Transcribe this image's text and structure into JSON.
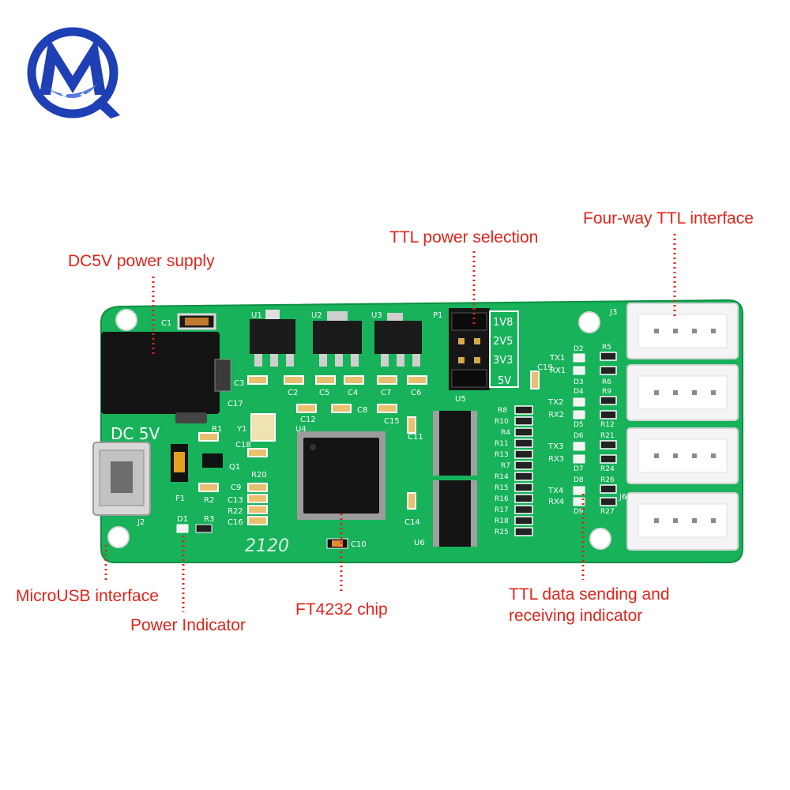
{
  "logo": {
    "letter": "M",
    "colors": {
      "blue": "#1f3fb5",
      "light": "#5a7be0"
    }
  },
  "board": {
    "colors": {
      "pcb": "#17b25a",
      "pcb_dark": "#0f8f44",
      "silk": "#ffffff"
    },
    "silk": {
      "dc5v": "DC 5V",
      "version": "2120",
      "power_options": [
        "1V8",
        "2V5",
        "3V3",
        "5V"
      ],
      "channel_labels": [
        "TX1",
        "RX1",
        "TX2",
        "RX2",
        "TX3",
        "RX3",
        "TX4",
        "RX4"
      ],
      "designators": {
        "u1": "U1",
        "u2": "U2",
        "u3": "U3",
        "u4": "U4",
        "u5": "U5",
        "u6": "U6",
        "p1": "P1",
        "j2": "J2",
        "j3": "J3",
        "j6": "J6",
        "y1": "Y1",
        "f1": "F1",
        "d1": "D1",
        "r1": "R1",
        "r2": "R2",
        "r3": "R3",
        "c1": "C1",
        "c3": "C3",
        "c10": "C10",
        "c12": "C12",
        "c14": "C14",
        "c18": "C18",
        "c19": "C19",
        "r20": "R20",
        "c13": "C13",
        "r22": "R22",
        "c16": "C16",
        "c5": "C5",
        "c4": "C4",
        "c2": "C2",
        "c7": "C7",
        "c6": "C6",
        "c8": "C8",
        "c15": "C15",
        "c11": "C11",
        "c17": "C17",
        "c9": "C9",
        "q1": "Q1"
      },
      "resistor_column": [
        "R8",
        "R10",
        "R4",
        "R11",
        "R13",
        "R7",
        "R14",
        "R15",
        "R16",
        "R17",
        "R18",
        "R25"
      ],
      "led_designators": [
        "D2",
        "D3",
        "D4",
        "D5",
        "D6",
        "D7",
        "D8",
        "D9"
      ],
      "led_resistors": [
        "R5",
        "R6",
        "R9",
        "R12",
        "R21",
        "R24",
        "R26",
        "R27"
      ]
    }
  },
  "callouts": {
    "dc5v_power": "DC5V power supply",
    "ttl_power_selection": "TTL power selection",
    "four_way_ttl": "Four-way TTL interface",
    "microusb": "MicroUSB interface",
    "power_indicator": "Power Indicator",
    "ft4232": "FT4232 chip",
    "ttl_indicator_line1": "TTL data sending and",
    "ttl_indicator_line2": "receiving indicator",
    "color": "#e0241b"
  }
}
